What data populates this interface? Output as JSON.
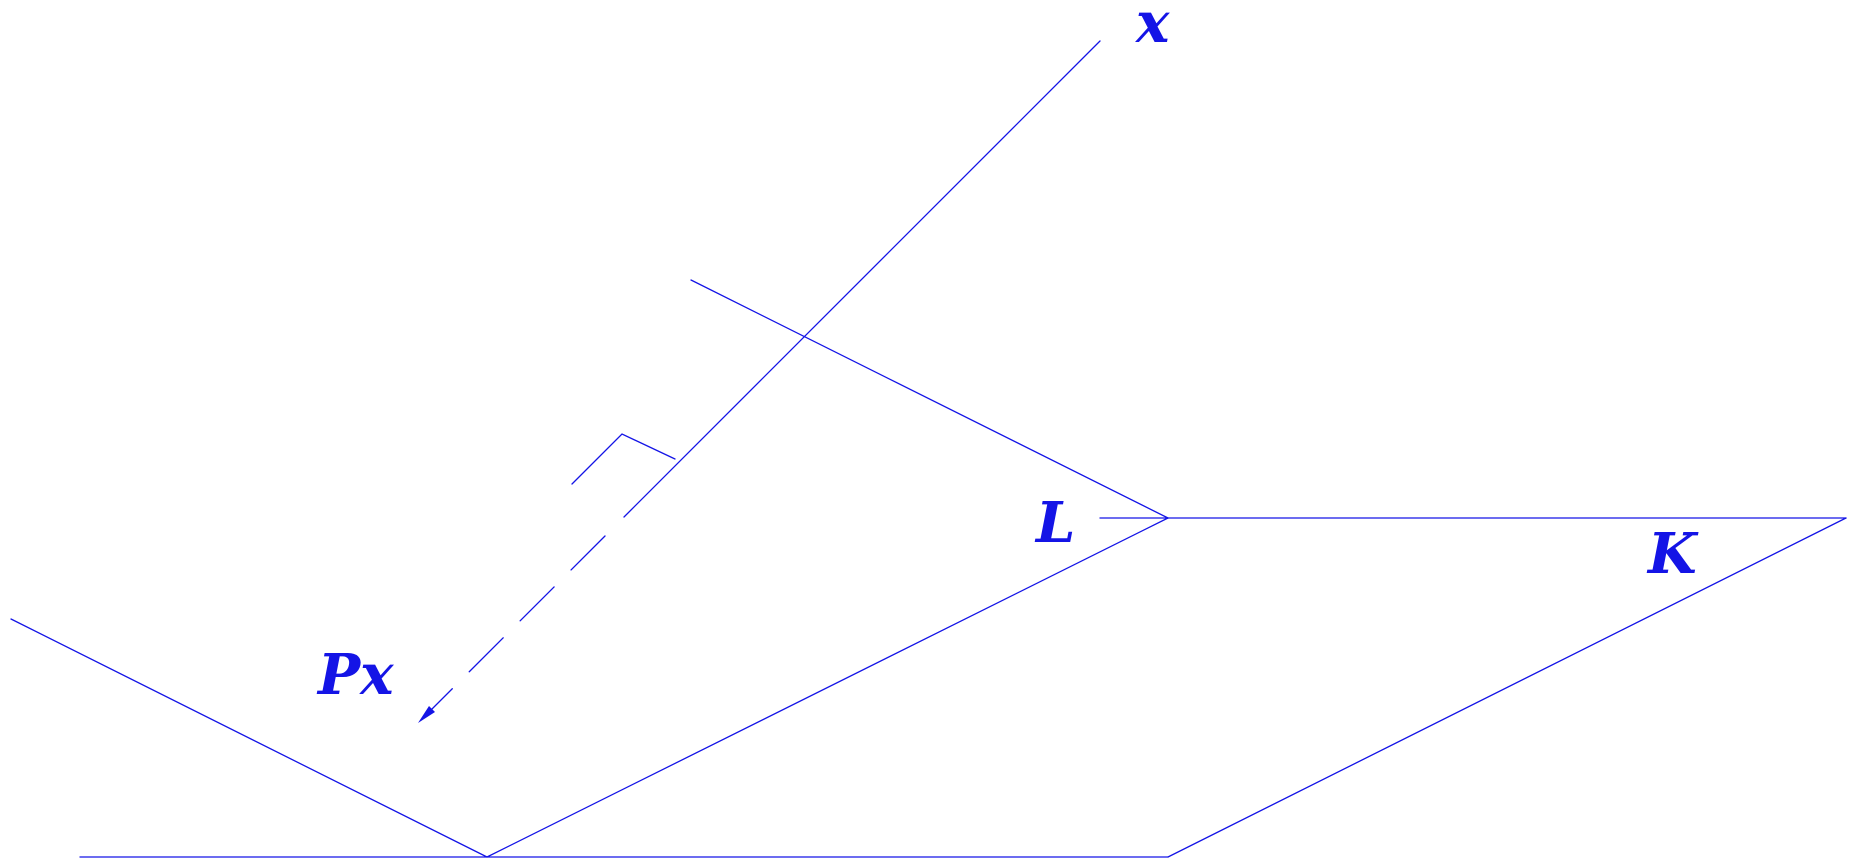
{
  "diagram": {
    "labels": {
      "x": "x",
      "Px": "Px",
      "L": "L",
      "K": "K"
    },
    "colors": {
      "stroke": "#1414e6",
      "label": "#1414e6",
      "background": "#ffffff"
    }
  }
}
